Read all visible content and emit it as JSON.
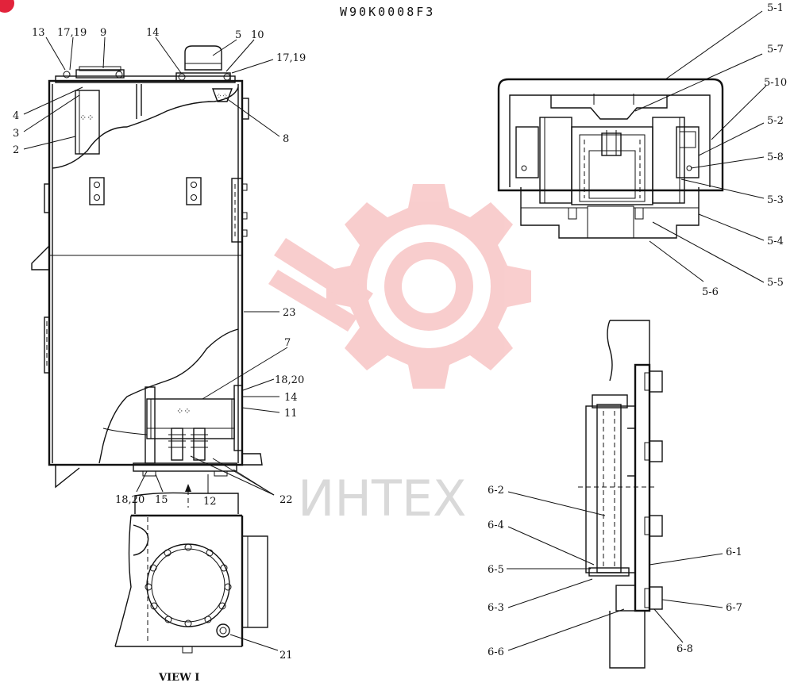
{
  "drawing_code": "W90K0008F3",
  "view_label": "VIEW I",
  "watermark": {
    "text": "ИНТЕХ",
    "color": "#f4a5a5"
  },
  "badge_color": "#e2233b",
  "callouts_main": {
    "c13": "13",
    "c17_19a": "17,19",
    "c9": "9",
    "c14a": "14",
    "c5": "5",
    "c10": "10",
    "c17_19b": "17,19",
    "c4": "4",
    "c3": "3",
    "c2": "2",
    "c8": "8",
    "c23": "23",
    "c7": "7",
    "c18_20a": "18,20",
    "c14b": "14",
    "c11": "11",
    "c18_20b": "18,20",
    "c15": "15",
    "c12": "12",
    "c22": "22",
    "c21": "21"
  },
  "callouts_detail5": {
    "d5_1": "5-1",
    "d5_7": "5-7",
    "d5_10": "5-10",
    "d5_2": "5-2",
    "d5_8": "5-8",
    "d5_3": "5-3",
    "d5_4": "5-4",
    "d5_5": "5-5",
    "d5_6": "5-6"
  },
  "callouts_detail6": {
    "d6_2": "6-2",
    "d6_4": "6-4",
    "d6_5": "6-5",
    "d6_3": "6-3",
    "d6_6": "6-6",
    "d6_1": "6-1",
    "d6_7": "6-7",
    "d6_8": "6-8"
  }
}
